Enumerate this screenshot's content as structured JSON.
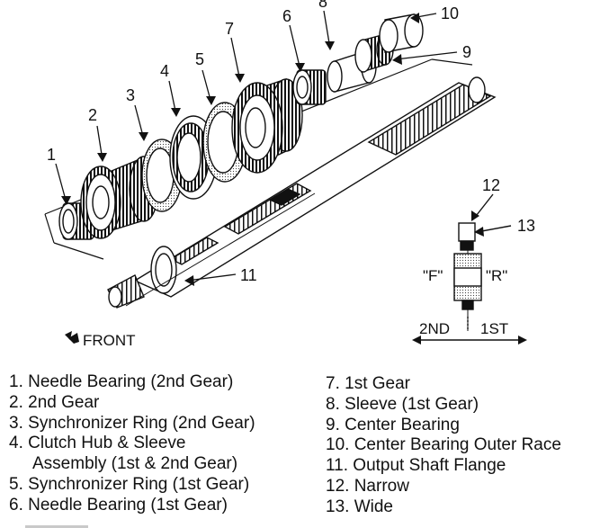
{
  "callouts": [
    "1",
    "2",
    "3",
    "4",
    "5",
    "6",
    "7",
    "8",
    "9",
    "10",
    "11",
    "12",
    "13"
  ],
  "front_label": "FRONT",
  "detail": {
    "f_label": "\"F\"",
    "r_label": "\"R\"",
    "second_label": "2ND",
    "first_label": "1ST"
  },
  "legend": {
    "left": [
      {
        "num": "1.",
        "text": "Needle Bearing (2nd Gear)"
      },
      {
        "num": "2.",
        "text": "2nd Gear"
      },
      {
        "num": "3.",
        "text": "Synchronizer Ring (2nd Gear)"
      },
      {
        "num": "4.",
        "text": "Clutch Hub & Sleeve"
      },
      {
        "num": "",
        "text": "Assembly (1st & 2nd Gear)"
      },
      {
        "num": "5.",
        "text": "Synchronizer Ring (1st Gear)"
      },
      {
        "num": "6.",
        "text": "Needle Bearing (1st Gear)"
      }
    ],
    "right": [
      {
        "num": "7.",
        "text": "1st Gear"
      },
      {
        "num": "8.",
        "text": "Sleeve (1st Gear)"
      },
      {
        "num": "9.",
        "text": "Center Bearing"
      },
      {
        "num": "10.",
        "text": "Center Bearing Outer Race"
      },
      {
        "num": "11.",
        "text": "Output Shaft Flange"
      },
      {
        "num": "12.",
        "text": "Narrow"
      },
      {
        "num": "13.",
        "text": "Wide"
      }
    ]
  }
}
